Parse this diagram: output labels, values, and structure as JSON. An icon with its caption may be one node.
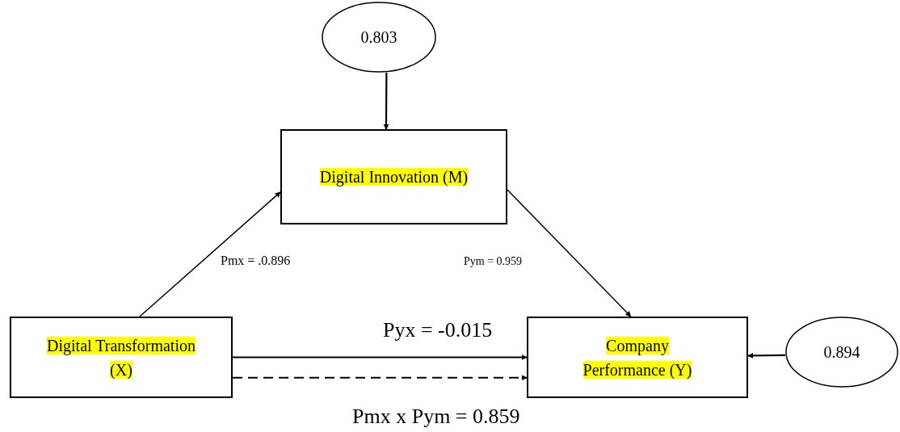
{
  "diagram": {
    "nodes": [
      {
        "text": [
          "0.803"
        ]
      },
      {
        "text": [
          "Digital Innovation (M)"
        ]
      },
      {
        "text": [
          "Digital Transformation (X)"
        ]
      },
      {
        "text": [
          "Company Performance (Y)"
        ]
      },
      {
        "text": [
          "0.894"
        ]
      }
    ],
    "edges": [
      {
        "from": 0,
        "to": 1,
        "arrow": "to"
      },
      {
        "from": 2,
        "to": 1,
        "arrow": "to",
        "label": "Pmx = .0.896"
      },
      {
        "from": 1,
        "to": 3,
        "arrow": "to",
        "label": "Pym = 0.959"
      },
      {
        "from": 2,
        "to": 3,
        "arrow": "to",
        "label": "Pyx = -0.015"
      },
      {
        "from": 2,
        "to": 3,
        "arrow": "to",
        "label": "Pmx x Pym = 0.859",
        "style": "dashed"
      },
      {
        "from": 4,
        "to": 3,
        "arrow": "to"
      }
    ]
  }
}
